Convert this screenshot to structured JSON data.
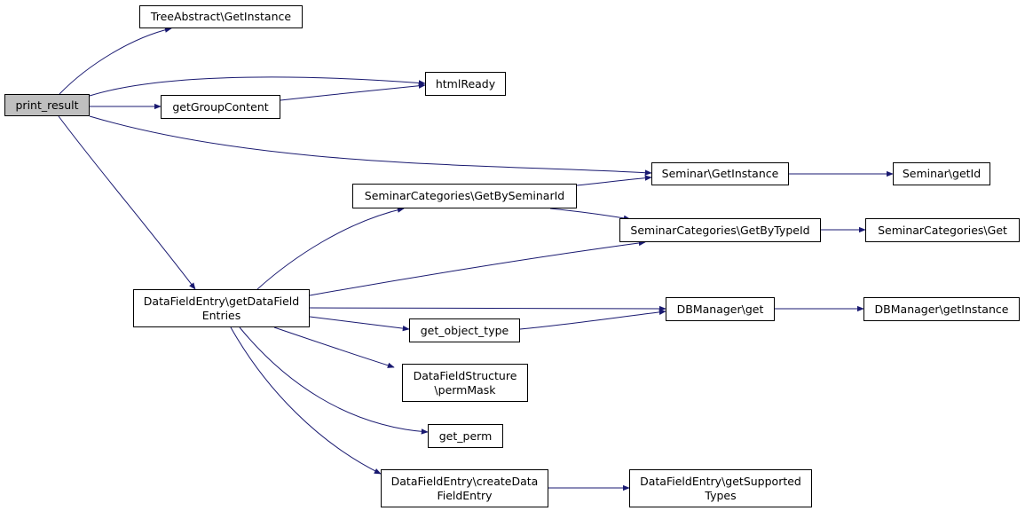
{
  "graph": {
    "edge_color": "#191970",
    "root_fill": "#bfbfbf",
    "nodes": [
      {
        "id": "print_result",
        "lines": [
          "print_result"
        ],
        "root": true
      },
      {
        "id": "tree_abstract_getinstance",
        "lines": [
          "TreeAbstract\\GetInstance"
        ]
      },
      {
        "id": "htmlready",
        "lines": [
          "htmlReady"
        ]
      },
      {
        "id": "getgroupcontent",
        "lines": [
          "getGroupContent"
        ]
      },
      {
        "id": "seminar_getinstance",
        "lines": [
          "Seminar\\GetInstance"
        ]
      },
      {
        "id": "seminar_getid",
        "lines": [
          "Seminar\\getId"
        ]
      },
      {
        "id": "seminarcategories_getbyseminarid",
        "lines": [
          "SeminarCategories\\GetBySeminarId"
        ]
      },
      {
        "id": "seminarcategories_getbytypeid",
        "lines": [
          "SeminarCategories\\GetByTypeId"
        ]
      },
      {
        "id": "seminarcategories_get",
        "lines": [
          "SeminarCategories\\Get"
        ]
      },
      {
        "id": "datafieldentry_getdatafieldentries",
        "lines": [
          "DataFieldEntry\\getDataField",
          "Entries"
        ]
      },
      {
        "id": "dbmanager_get",
        "lines": [
          "DBManager\\get"
        ]
      },
      {
        "id": "dbmanager_getinstance",
        "lines": [
          "DBManager\\getInstance"
        ]
      },
      {
        "id": "get_object_type",
        "lines": [
          "get_object_type"
        ]
      },
      {
        "id": "datafieldstructure_permmask",
        "lines": [
          "DataFieldStructure",
          "\\permMask"
        ]
      },
      {
        "id": "get_perm",
        "lines": [
          "get_perm"
        ]
      },
      {
        "id": "datafieldentry_createdatafieldentry",
        "lines": [
          "DataFieldEntry\\createData",
          "FieldEntry"
        ]
      },
      {
        "id": "datafieldentry_getsupportedtypes",
        "lines": [
          "DataFieldEntry\\getSupported",
          "Types"
        ]
      }
    ],
    "edges": [
      {
        "from": "print_result",
        "to": "tree_abstract_getinstance"
      },
      {
        "from": "print_result",
        "to": "htmlready"
      },
      {
        "from": "print_result",
        "to": "getgroupcontent"
      },
      {
        "from": "print_result",
        "to": "seminar_getinstance"
      },
      {
        "from": "print_result",
        "to": "datafieldentry_getdatafieldentries"
      },
      {
        "from": "getgroupcontent",
        "to": "htmlready"
      },
      {
        "from": "seminar_getinstance",
        "to": "seminar_getid"
      },
      {
        "from": "seminarcategories_getbyseminarid",
        "to": "seminar_getinstance"
      },
      {
        "from": "seminarcategories_getbyseminarid",
        "to": "seminarcategories_getbytypeid"
      },
      {
        "from": "seminarcategories_getbytypeid",
        "to": "seminarcategories_get"
      },
      {
        "from": "datafieldentry_getdatafieldentries",
        "to": "seminarcategories_getbyseminarid"
      },
      {
        "from": "datafieldentry_getdatafieldentries",
        "to": "seminarcategories_getbytypeid"
      },
      {
        "from": "datafieldentry_getdatafieldentries",
        "to": "dbmanager_get"
      },
      {
        "from": "datafieldentry_getdatafieldentries",
        "to": "get_object_type"
      },
      {
        "from": "datafieldentry_getdatafieldentries",
        "to": "datafieldstructure_permmask"
      },
      {
        "from": "datafieldentry_getdatafieldentries",
        "to": "get_perm"
      },
      {
        "from": "datafieldentry_getdatafieldentries",
        "to": "datafieldentry_createdatafieldentry"
      },
      {
        "from": "get_object_type",
        "to": "dbmanager_get"
      },
      {
        "from": "dbmanager_get",
        "to": "dbmanager_getinstance"
      },
      {
        "from": "datafieldentry_createdatafieldentry",
        "to": "datafieldentry_getsupportedtypes"
      }
    ]
  }
}
